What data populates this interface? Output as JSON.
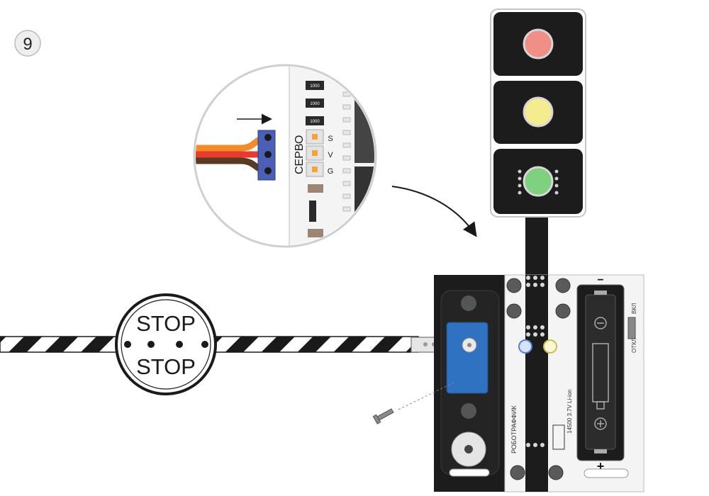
{
  "step": {
    "number": "9"
  },
  "barrier_sign": {
    "top_text": "STOP",
    "bottom_text": "STOP"
  },
  "zoom_inset": {
    "resistor_label": "1000",
    "connector_label": "СЕРВО",
    "pins": [
      "S",
      "V",
      "G"
    ],
    "wire_colors": [
      "#f28c28",
      "#e63b2e",
      "#5a3a22"
    ]
  },
  "traffic_light": {
    "lamps": [
      {
        "name": "red",
        "color": "#ef8f86"
      },
      {
        "name": "yellow",
        "color": "#f5eb8f"
      },
      {
        "name": "green",
        "color": "#7fd17f"
      }
    ]
  },
  "board": {
    "brand": "РОБОТРАФФИК",
    "battery_spec": "14500  3.7V  Li-ion",
    "switch_on": "ВКЛ",
    "switch_off": "ОТКЛ",
    "minus_sign": "−",
    "plus_sign": "+"
  },
  "colors": {
    "stripe_dark": "#1a1a1a",
    "board_dark": "#1c1c1c",
    "servo_blue": "#2f72c2",
    "connector_blue": "#4a5fb5",
    "pcb_light": "#f4f4f4"
  }
}
